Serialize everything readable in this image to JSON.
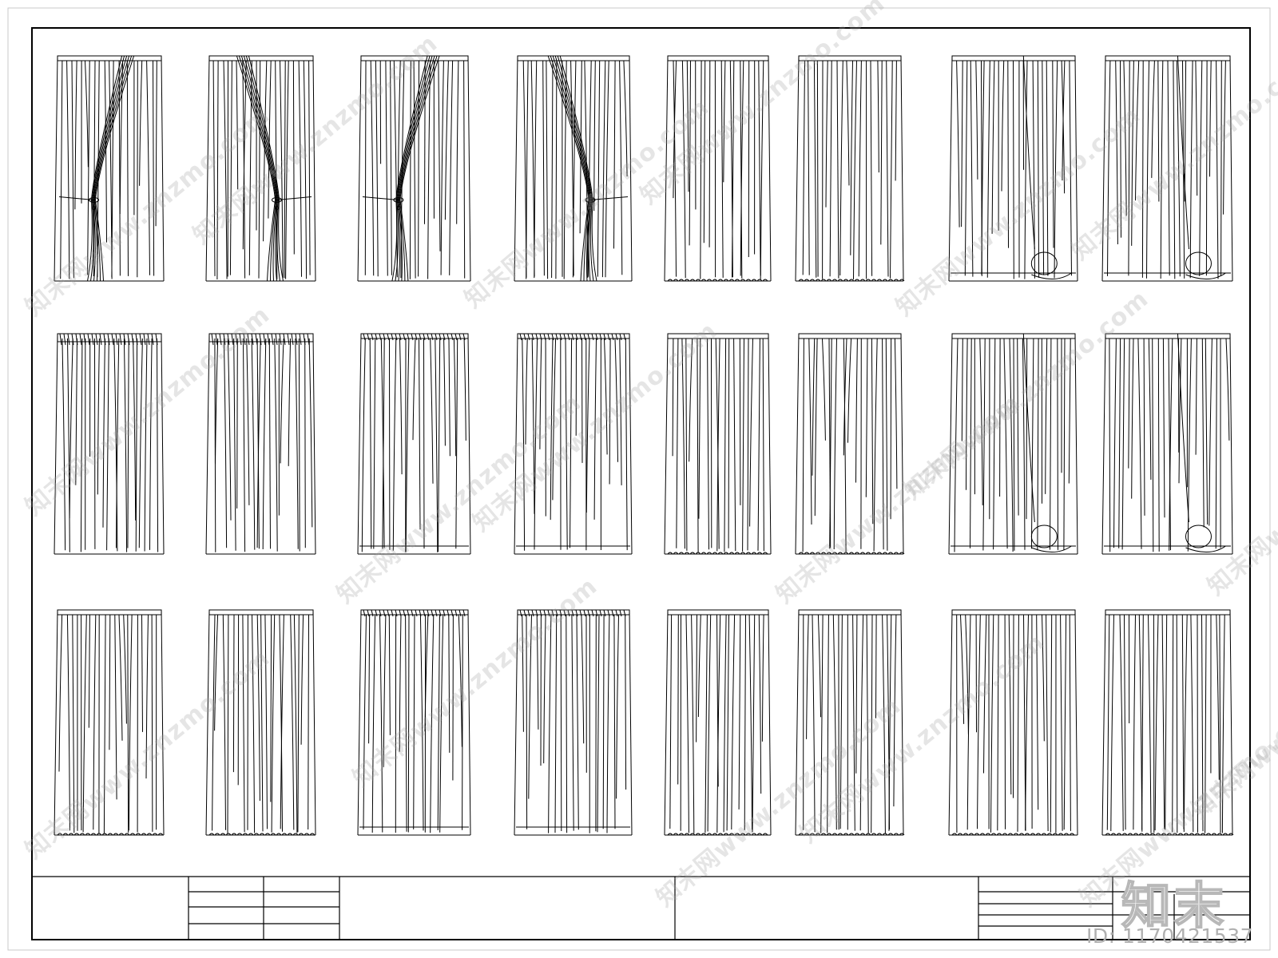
{
  "drawing": {
    "panel_count": 24,
    "row_count": 3
  },
  "watermark": {
    "text": "知末网www.znzmo.com"
  },
  "brand": {
    "logo_text": "知末",
    "id_label": "ID: 1170421537",
    "watermark_color": "#b8b8b8"
  }
}
